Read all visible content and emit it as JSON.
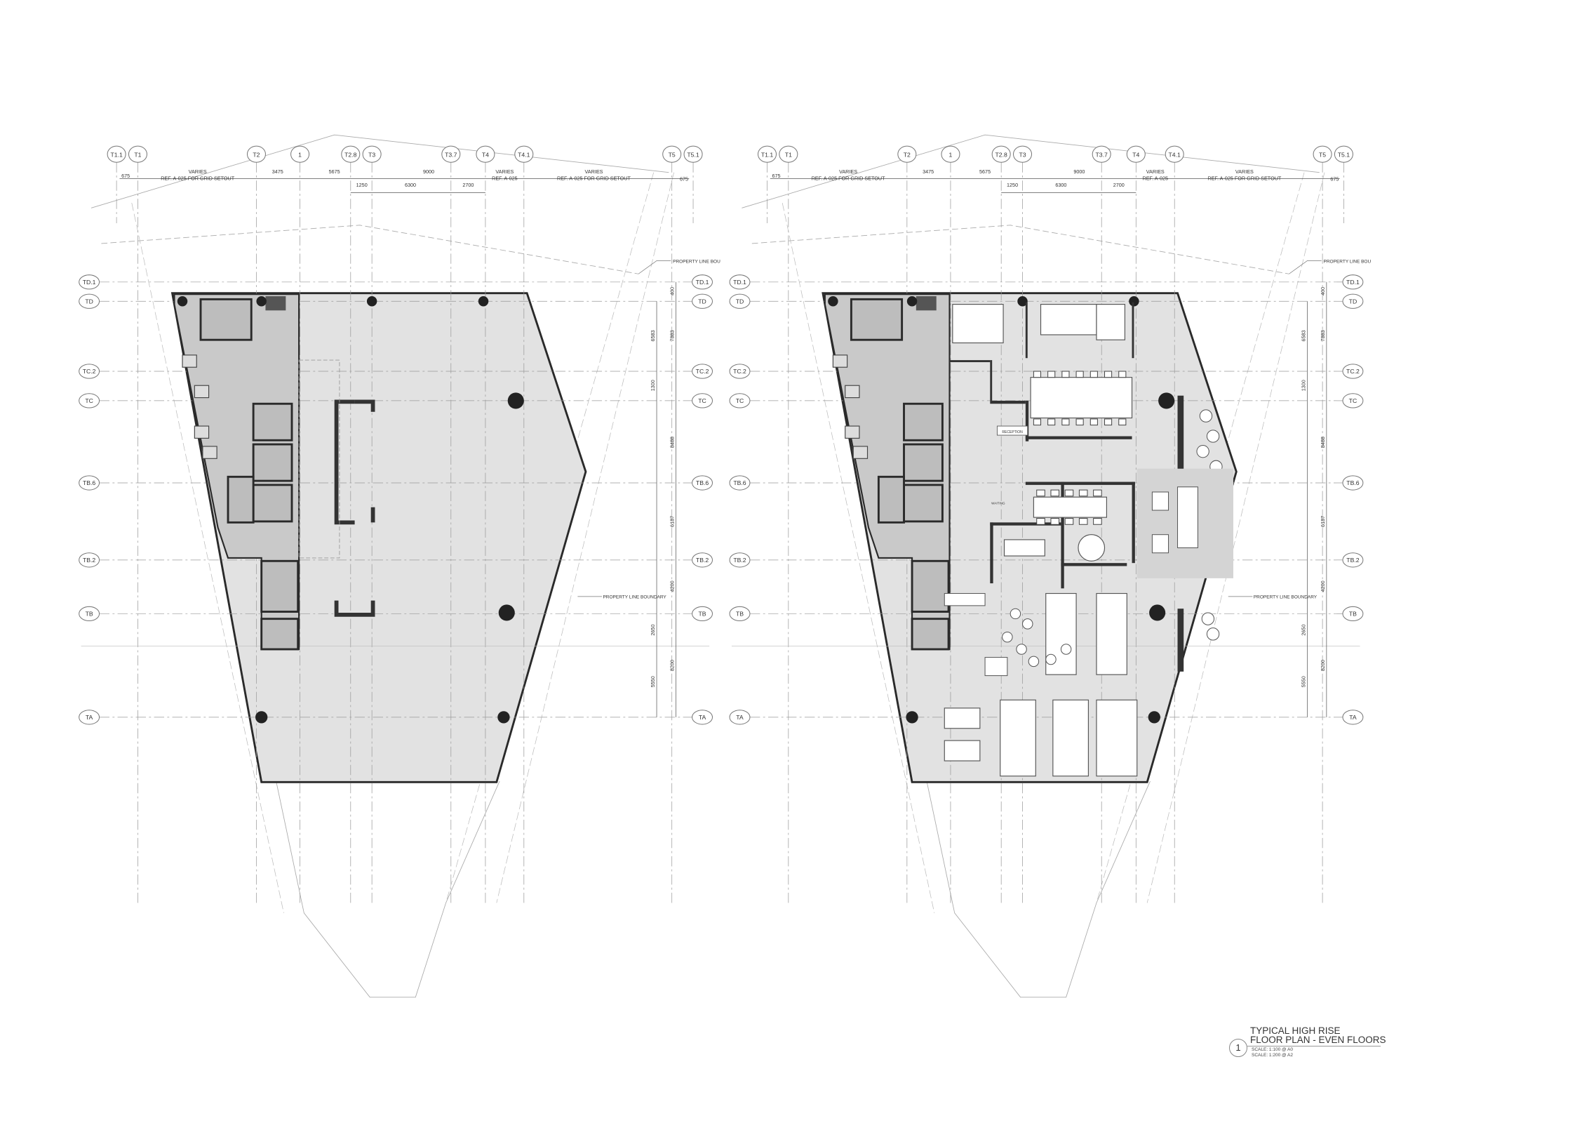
{
  "title_block": {
    "number": "1",
    "title_line1": "TYPICAL HIGH RISE",
    "title_line2": "FLOOR PLAN - EVEN FLOORS",
    "scale1": "SCALE: 1:100 @ A0",
    "scale2": "SCALE: 1:200 @ A2"
  },
  "grid_columns": [
    "T1.1",
    "T1",
    "T2",
    "1",
    "T2.8",
    "T3",
    "T3.7",
    "T4",
    "T4.1",
    "T5",
    "T5.1"
  ],
  "grid_rows": [
    "TD.1",
    "TD",
    "TC.2",
    "TC",
    "TB.6",
    "TB.2",
    "TB",
    "TA"
  ],
  "top_dimensions": {
    "row1": [
      "675",
      "VARIES",
      "REF. A-025 FOR GRID SETOUT",
      "3475",
      "5675",
      "9000",
      "VARIES",
      "REF. A-025",
      "VARIES",
      "REF. A-025 FOR GRID SETOUT",
      "675"
    ],
    "row2": [
      "1250",
      "6300",
      "2700"
    ]
  },
  "side_dimensions": {
    "inner": [
      "6583",
      "1300",
      "2650",
      "5550"
    ],
    "outer": [
      "400",
      "7883",
      "8488",
      "6187",
      "4200",
      "8200"
    ]
  },
  "annotations": {
    "property_line_top": "PROPERTY LINE BOU",
    "property_line_mid": "PROPERTY LINE BOUNDARY"
  },
  "rooms": {
    "reception": "RECEPTION",
    "waiting": "WAITING"
  },
  "colors": {
    "floor_fill": "#e2e2e2",
    "wall": "#2a2a2a",
    "grid": "#999999"
  }
}
